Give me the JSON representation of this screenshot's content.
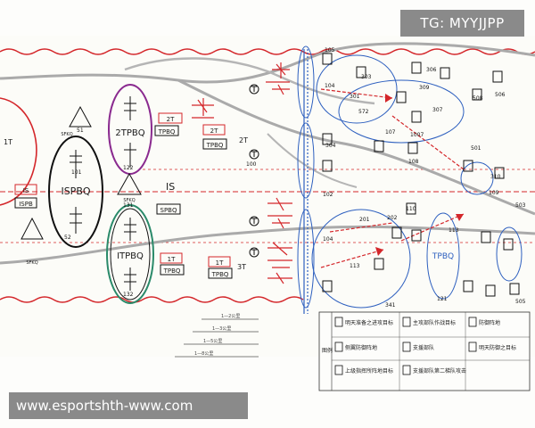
{
  "watermarks": {
    "top_right": "TG: MYYJJPP",
    "bottom_left": "www.esportshth-www.com"
  },
  "diagram": {
    "units": {
      "ispbq": "ISPBQ",
      "tpbq2": "2TPBQ",
      "itpbq": "ITPBQ",
      "tpbq_right": "TPBQ",
      "tpbq_box1": "TPBQ",
      "tpbq_box2": "TPBQ",
      "tpbq_box3": "TPBQ",
      "tpbq_box4": "TPBQ",
      "is_box": "IS",
      "ispb_box": "ISPB",
      "is_mid": "IS",
      "sfkq1": "SFKQ",
      "sfkq2": "SFKQ",
      "sfkq3": "SFKQ",
      "spbq": "SPBQ",
      "t2_box": "2T",
      "t2_box2": "2T",
      "t1_box": "1T",
      "t1_box2": "1T",
      "t2_free": "2T",
      "t3_free": "3T",
      "t1_left": "1T"
    },
    "numbers": [
      "105",
      "303",
      "306",
      "301",
      "572",
      "309",
      "104",
      "107",
      "1007",
      "508",
      "307",
      "304",
      "108",
      "310",
      "501",
      "506",
      "109",
      "503",
      "102",
      "201",
      "202",
      "110",
      "341",
      "113",
      "505",
      "104",
      "121",
      "113",
      "101",
      "131",
      "122",
      "132",
      "51",
      "52",
      "100"
    ],
    "legend": {
      "key_label": "图例",
      "rows": [
        [
          "明天准备之进攻目标",
          "主攻部队作战目标",
          "防御阵地"
        ],
        [
          "侧翼防御阵地",
          "支援部队",
          "明天防御之目标"
        ],
        [
          "上级指挥所阵地目标",
          "支援部队第二梯队攻击",
          ""
        ]
      ]
    },
    "scale_labels": [
      "1—2公里",
      "1—3公里",
      "1—5公里",
      "1—8公里"
    ]
  }
}
